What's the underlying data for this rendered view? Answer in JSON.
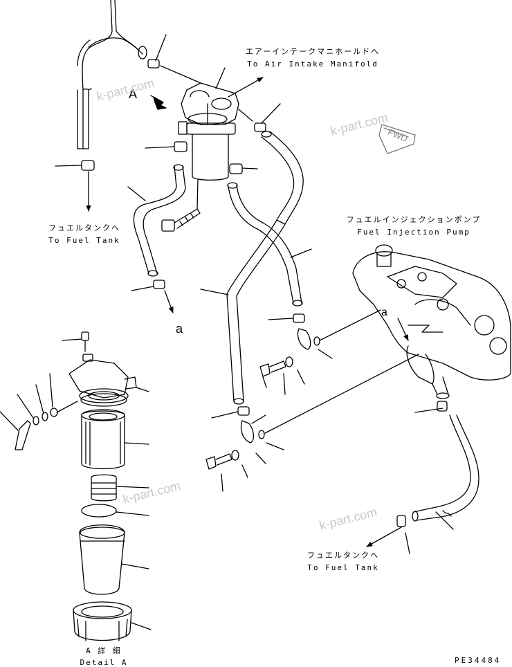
{
  "labels": {
    "air_intake_jp": "エアーインテークマニホールドへ",
    "air_intake_en": "To Air Intake Manifold",
    "fuel_tank_jp": "フュエルタンクへ",
    "fuel_tank_en": "To Fuel Tank",
    "injection_pump_jp": "フュエルインジェクションポンプ",
    "injection_pump_en": "Fuel Injection Pump",
    "fuel_tank2_jp": "フュエルタンクへ",
    "fuel_tank2_en": "To Fuel Tank",
    "detail_jp": "A 詳 細",
    "detail_en": "Detail A",
    "view_a": "A",
    "ref_a1": "a",
    "ref_a2": "a",
    "fwd": "FWD",
    "drawing_code": "PE34484"
  },
  "watermarks": [
    "k-part.com",
    "k-part.com",
    "k-part.com",
    "k-part.com"
  ]
}
